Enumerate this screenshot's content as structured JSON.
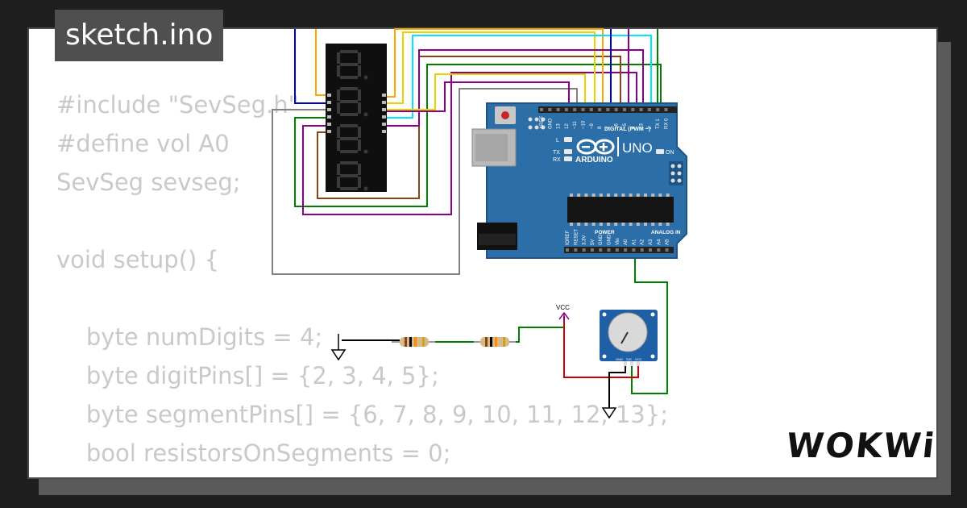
{
  "sketch": {
    "filename": "sketch.ino"
  },
  "code_lines": [
    "#include \"SevSeg.h\"",
    "#define vol A0",
    "SevSeg sevseg;",
    "",
    "void setup() {",
    "",
    "    byte numDigits = 4;",
    "    byte digitPins[] = {2, 3, 4, 5};",
    "    byte segmentPins[] = {6, 7, 8, 9, 10, 11, 12, 13};",
    "    bool resistorsOnSegments = 0;"
  ],
  "brand": {
    "name": "WOKWi"
  },
  "board": {
    "logo": "ARDUINO",
    "model": "UNO",
    "digital_label": "DIGITAL (PWM ~)",
    "power_label": "POWER",
    "analog_label": "ANALOG IN",
    "on_label": "ON",
    "led_l": "L",
    "led_tx": "TX",
    "led_rx": "RX",
    "top_pins": [
      "AREF",
      "GND",
      "13",
      "12",
      "~11",
      "~10",
      "~9",
      "8",
      "7",
      "~6",
      "~5",
      "4",
      "~3",
      "2",
      "TX 1",
      "RX 0"
    ],
    "bottom_pins": [
      "IOREF",
      "RESET",
      "3.3V",
      "5V",
      "GND",
      "GND",
      "Vin",
      "A0",
      "A1",
      "A2",
      "A3",
      "A4",
      "A5"
    ]
  },
  "potentiometer": {
    "pins": [
      "GND",
      "SIG",
      "VCC"
    ]
  },
  "vcc_label": "VCC",
  "colors": {
    "board": "#2c6fa8",
    "board_edge": "#1c5486",
    "display": "#0f0f0f",
    "segment_off": "#3a3a3a",
    "code_text": "#c9c9c9",
    "wires": [
      "#0000cc",
      "#ffa500",
      "#e6d300",
      "#00e5ff",
      "#8b008b",
      "#008000",
      "#8b4513",
      "#808080",
      "#cc0000",
      "#000000"
    ]
  }
}
